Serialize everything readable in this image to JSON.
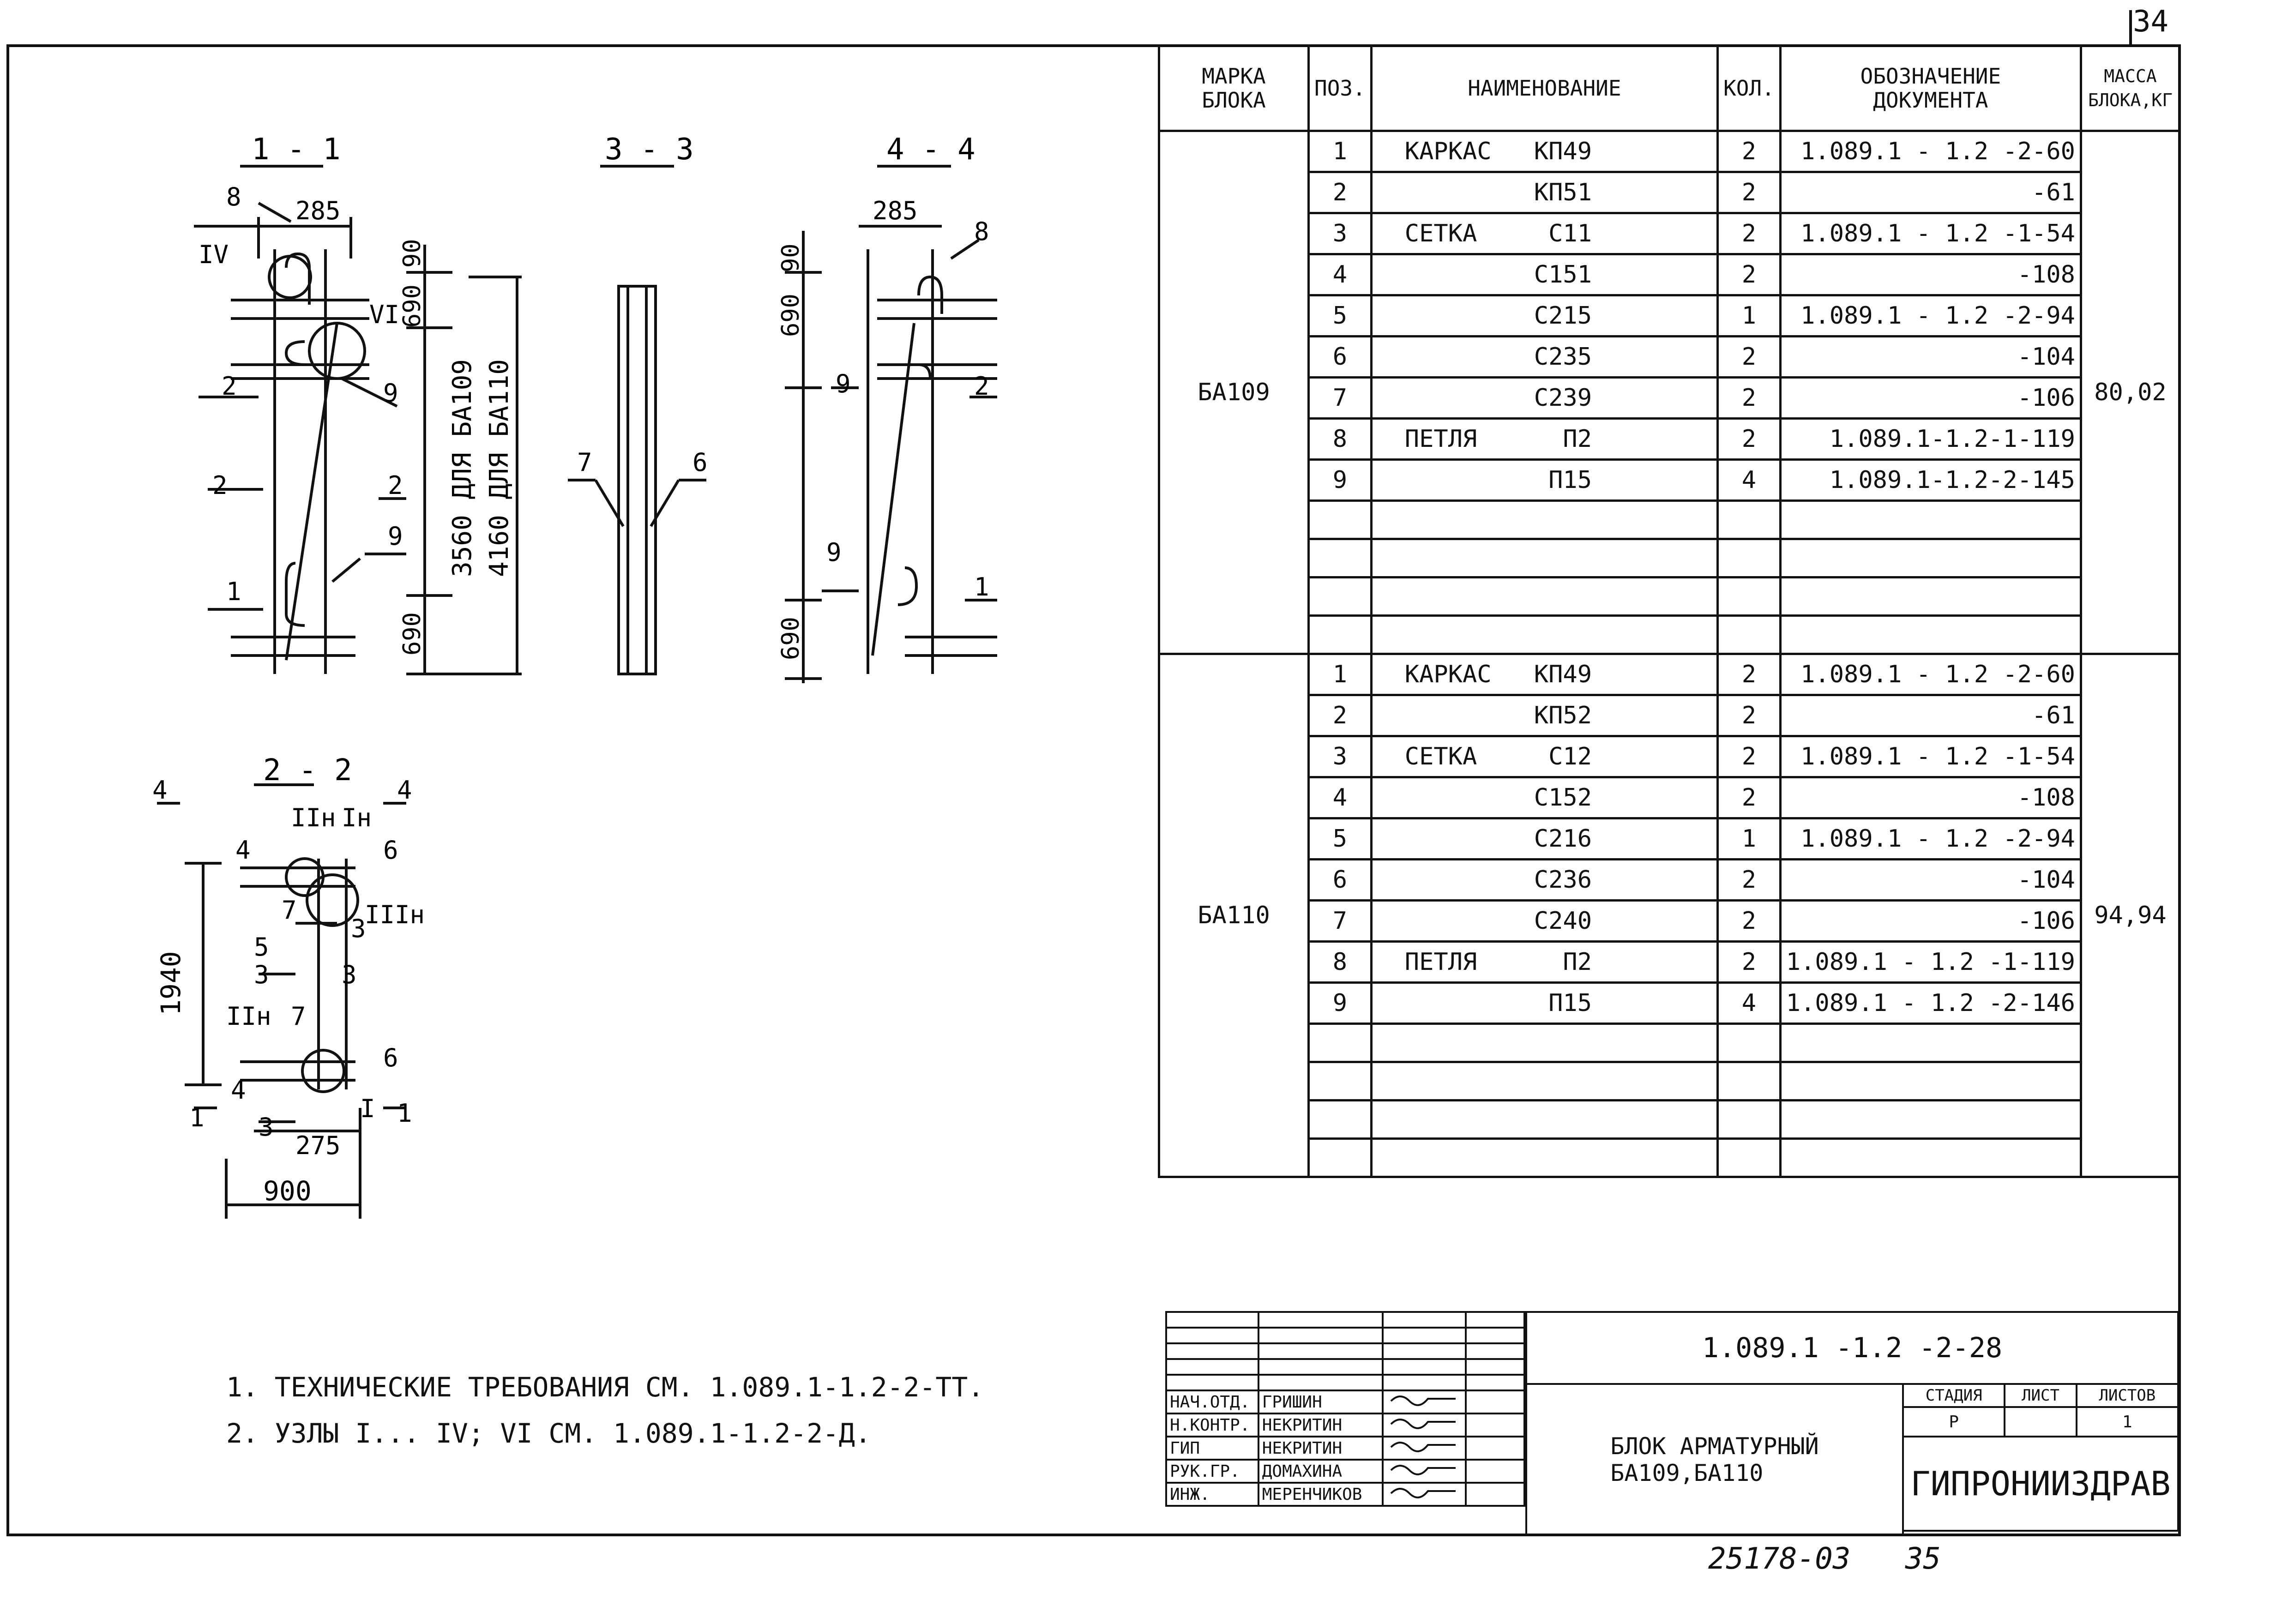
{
  "sheet_number": "34",
  "footer": {
    "code": "25178-03",
    "page": "35"
  },
  "drawing": {
    "sections": {
      "s11": "1 - 1",
      "s33": "3 - 3",
      "s44": "4 - 4",
      "s22": "2 - 2"
    },
    "dims": {
      "d285a": "285",
      "d90a": "90",
      "d690a": "690",
      "d690b": "690",
      "d3560": "3560  ДЛЯ БА109",
      "d4160": "4160  ДЛЯ БА110",
      "d285b": "285",
      "d90b": "90",
      "d690c": "690",
      "d690d": "690",
      "d1940": "1940",
      "d275": "275",
      "d900": "900"
    },
    "callouts": {
      "c8a": "8",
      "c2a": "2",
      "c9a": "9",
      "c9b": "9",
      "c1a": "1",
      "c2arrow": "2",
      "c2arrow_b": "2",
      "cIV": "IV",
      "cVI": "VI",
      "c7": "7",
      "c6": "6",
      "c8b": "8",
      "c9c": "9",
      "c2b": "2",
      "c9d": "9",
      "c1b": "1",
      "c4a": "4",
      "c4b": "4",
      "c4l": "4",
      "c4r": "4",
      "c6b": "6",
      "c6c": "6",
      "c7b": "7",
      "c7c": "7",
      "c3a": "3",
      "c3b": "3",
      "c3c": "3",
      "c3d": "3",
      "c5": "5",
      "c1c": "1",
      "c1d": "1",
      "cIIn": "IIн",
      "cIn": "Iн",
      "cIIIn": "IIIн",
      "cIIn2": "IIн",
      "cI": "I"
    }
  },
  "spec_table": {
    "headers": {
      "mark": "МАРКА\nБЛОКА",
      "pos": "ПОЗ.",
      "name": "НАИМЕНОВАНИЕ",
      "qty": "КОЛ.",
      "doc": "ОБОЗНАЧЕНИЕ\nДОКУМЕНТА",
      "mass": "МАССА\nБЛОКА,КГ"
    },
    "groups": [
      {
        "mark": "БА109",
        "mass": "80,02",
        "rows": [
          {
            "pos": "1",
            "type": "КАРКАС",
            "name": "КП49",
            "qty": "2",
            "doc": "1.089.1 - 1.2 -2-60"
          },
          {
            "pos": "2",
            "type": "",
            "name": "КП51",
            "qty": "2",
            "doc": "-61"
          },
          {
            "pos": "3",
            "type": "СЕТКА",
            "name": "С11",
            "qty": "2",
            "doc": "1.089.1 - 1.2 -1-54"
          },
          {
            "pos": "4",
            "type": "",
            "name": "С151",
            "qty": "2",
            "doc": "-108"
          },
          {
            "pos": "5",
            "type": "",
            "name": "С215",
            "qty": "1",
            "doc": "1.089.1 - 1.2 -2-94"
          },
          {
            "pos": "6",
            "type": "",
            "name": "С235",
            "qty": "2",
            "doc": "-104"
          },
          {
            "pos": "7",
            "type": "",
            "name": "С239",
            "qty": "2",
            "doc": "-106"
          },
          {
            "pos": "8",
            "type": "ПЕТЛЯ",
            "name": "П2",
            "qty": "2",
            "doc": "1.089.1-1.2-1-119"
          },
          {
            "pos": "9",
            "type": "",
            "name": "П15",
            "qty": "4",
            "doc": "1.089.1-1.2-2-145"
          }
        ],
        "blank_rows": 4
      },
      {
        "mark": "БА110",
        "mass": "94,94",
        "rows": [
          {
            "pos": "1",
            "type": "КАРКАС",
            "name": "КП49",
            "qty": "2",
            "doc": "1.089.1 - 1.2 -2-60"
          },
          {
            "pos": "2",
            "type": "",
            "name": "КП52",
            "qty": "2",
            "doc": "-61"
          },
          {
            "pos": "3",
            "type": "СЕТКА",
            "name": "С12",
            "qty": "2",
            "doc": "1.089.1 - 1.2 -1-54"
          },
          {
            "pos": "4",
            "type": "",
            "name": "С152",
            "qty": "2",
            "doc": "-108"
          },
          {
            "pos": "5",
            "type": "",
            "name": "С216",
            "qty": "1",
            "doc": "1.089.1 - 1.2 -2-94"
          },
          {
            "pos": "6",
            "type": "",
            "name": "С236",
            "qty": "2",
            "doc": "-104"
          },
          {
            "pos": "7",
            "type": "",
            "name": "С240",
            "qty": "2",
            "doc": "-106"
          },
          {
            "pos": "8",
            "type": "ПЕТЛЯ",
            "name": "П2",
            "qty": "2",
            "doc": "1.089.1 - 1.2 -1-119"
          },
          {
            "pos": "9",
            "type": "",
            "name": "П15",
            "qty": "4",
            "doc": "1.089.1 - 1.2 -2-146"
          }
        ],
        "blank_rows": 4
      }
    ]
  },
  "notes": [
    "1. ТЕХНИЧЕСКИЕ ТРЕБОВАНИЯ СМ. 1.089.1-1.2-2-ТТ.",
    "2. УЗЛЫ I... IV; VI СМ. 1.089.1-1.2-2-Д."
  ],
  "title_block": {
    "doc_code": "1.089.1 -1.2 -2-28",
    "title": "БЛОК АРМАТУРНЫЙ\nБА109,БА110",
    "stage_label": "СТАДИЯ",
    "sheet_label": "ЛИСТ",
    "sheets_label": "ЛИСТОВ",
    "stage": "Р",
    "sheet": "",
    "sheets": "1",
    "org": "ГИПРОНИИЗДРАВ",
    "people": [
      {
        "role": "НАЧ.ОТД.",
        "name": "ГРИШИН"
      },
      {
        "role": "Н.КОНТР.",
        "name": "НЕКРИТИН"
      },
      {
        "role": "ГИП",
        "name": "НЕКРИТИН"
      },
      {
        "role": "РУК.ГР.",
        "name": "ДОМАХИНА"
      },
      {
        "role": "ИНЖ.",
        "name": "МЕРЕНЧИКОВ"
      }
    ]
  }
}
